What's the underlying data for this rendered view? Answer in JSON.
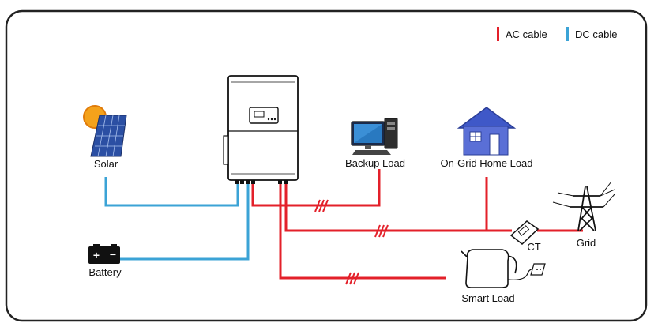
{
  "legend": {
    "ac_label": "AC cable",
    "dc_label": "DC cable"
  },
  "colors": {
    "ac_cable": "#e3202a",
    "dc_cable": "#3ba3d6",
    "frame": "#222222"
  },
  "nodes": {
    "solar": {
      "label": "Solar",
      "icon": "solar-panel-icon"
    },
    "battery": {
      "label": "Battery",
      "icon": "battery-icon"
    },
    "inverter": {
      "label": "",
      "icon": "hybrid-inverter-icon"
    },
    "backup_load": {
      "label": "Backup Load",
      "icon": "desktop-computer-icon"
    },
    "on_grid_home_load": {
      "label": "On-Grid Home Load",
      "icon": "house-icon"
    },
    "grid": {
      "label": "Grid",
      "icon": "transmission-tower-icon"
    },
    "ct": {
      "label": "CT",
      "icon": "current-transformer-icon"
    },
    "smart_load": {
      "label": "Smart Load",
      "icon": "electric-kettle-icon"
    }
  }
}
